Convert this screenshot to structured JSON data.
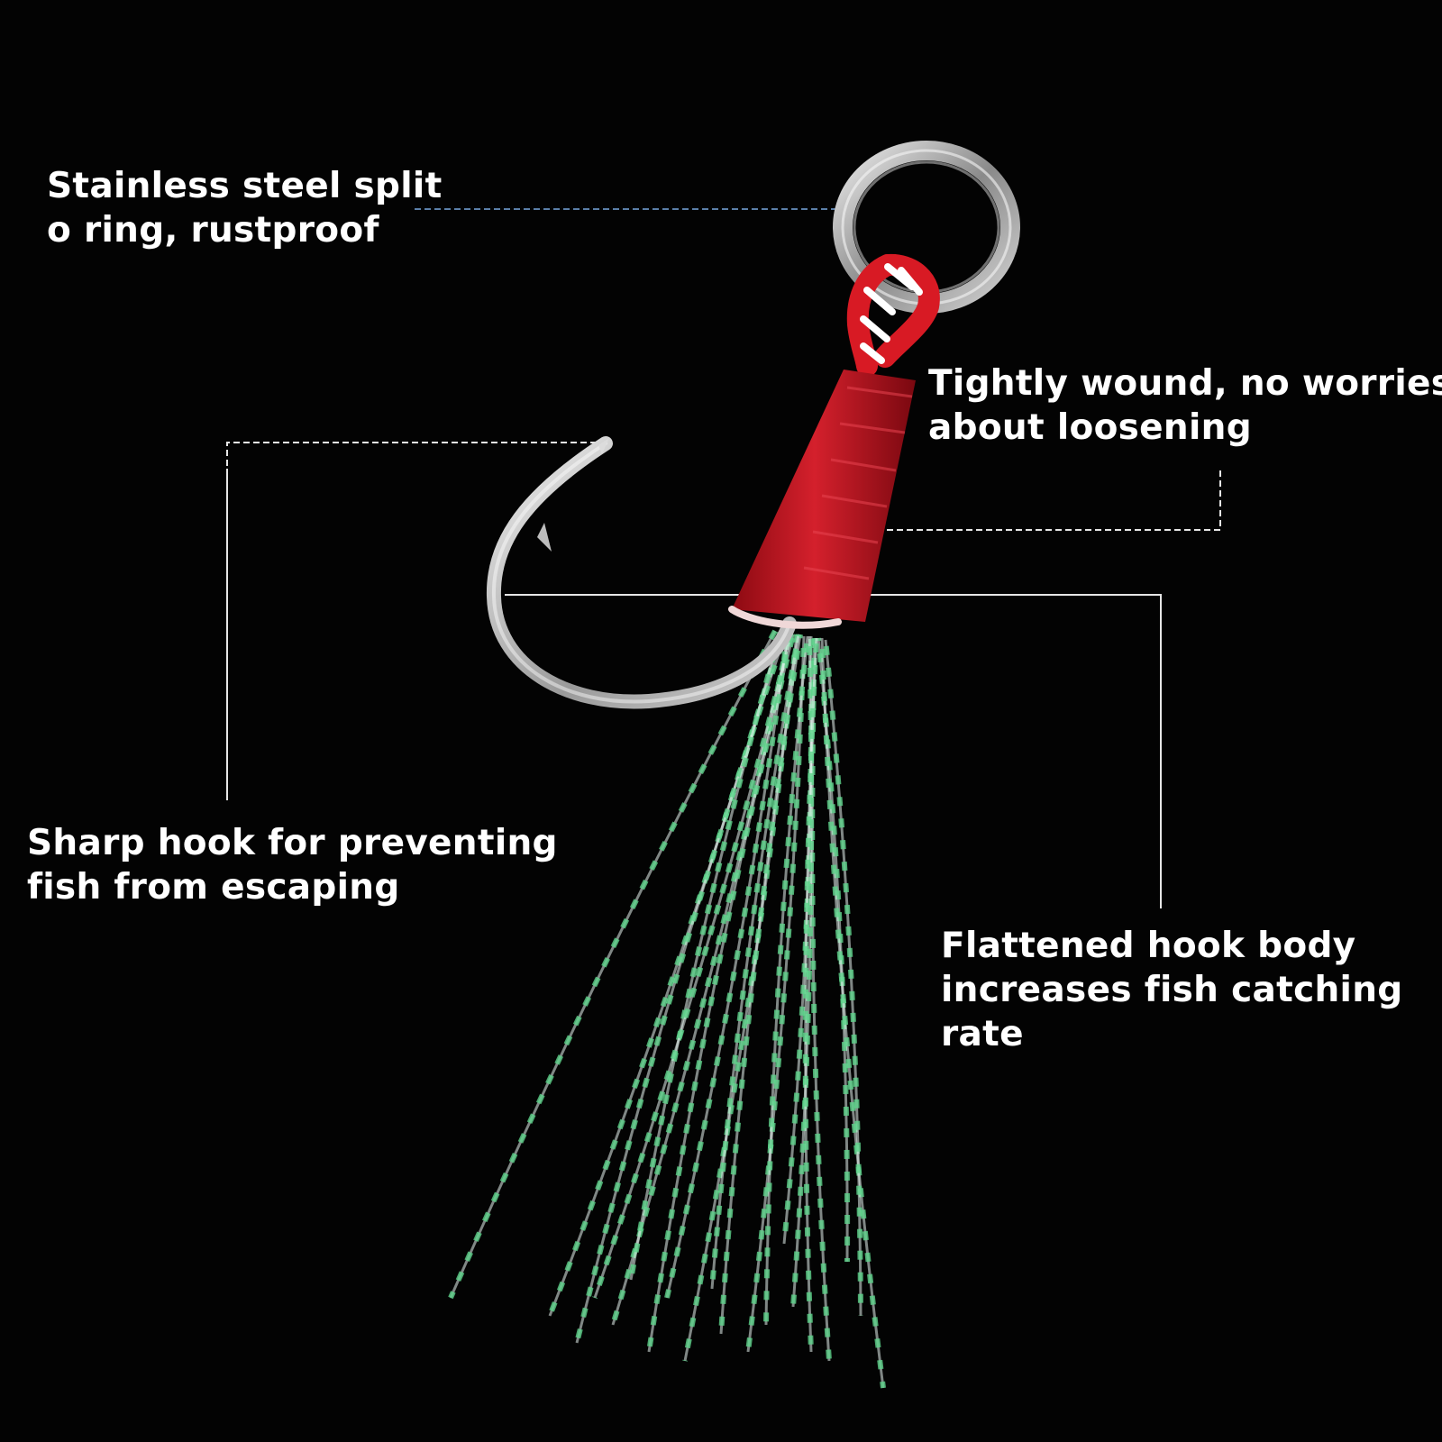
{
  "background_color": "#030303",
  "labels": {
    "ring": {
      "line1": "Stainless steel split",
      "line2": "o ring, rustproof"
    },
    "wound": {
      "line1": "Tightly wound, no worries",
      "line2": "about loosening"
    },
    "sharp": {
      "line1": "Sharp hook for preventing",
      "line2": "fish from escaping"
    },
    "flat": {
      "line1": "Flattened hook body",
      "line2": "increases fish catching",
      "line3": "rate"
    }
  },
  "colors": {
    "text": "#ffffff",
    "leader_dashed": "#5b7fa8",
    "leader_solid": "#e6e6e6",
    "thread_red": "#c0101c",
    "ring_steel": "#b9b9b9",
    "hook_steel": "#a8a8a8",
    "flash_green": "#5fd48c",
    "flash_white": "#e8f4f0"
  },
  "product_image": {
    "parts": [
      "split-ring",
      "braided-assist-line",
      "thread-wrap",
      "hook",
      "flash-skirt"
    ]
  }
}
